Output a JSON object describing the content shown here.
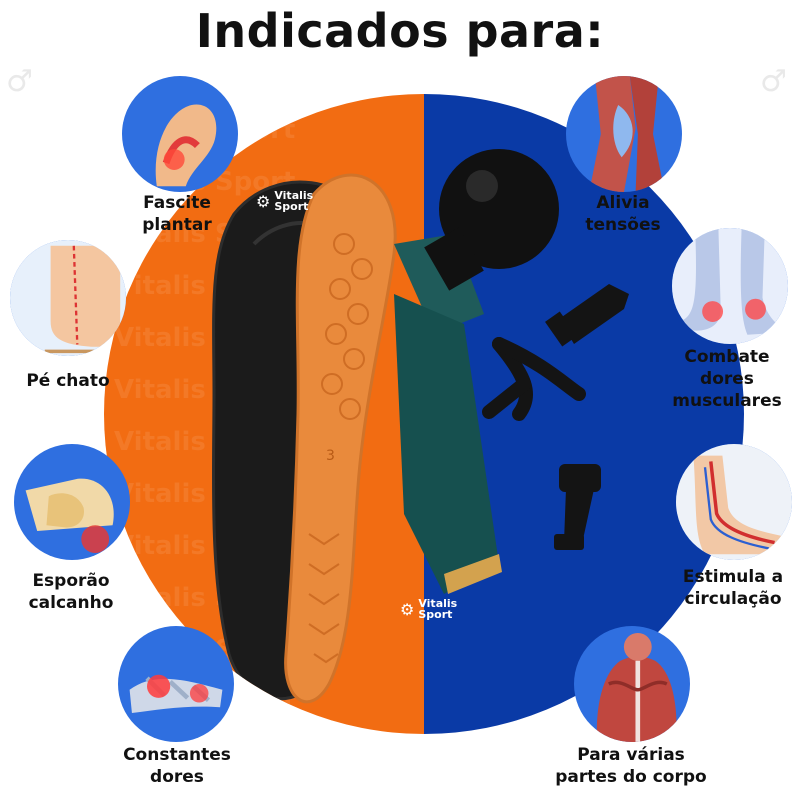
{
  "title": "Indicados para:",
  "colors": {
    "orange": "#f26c12",
    "blue": "#0a3aa6",
    "medallion": "#2f6fe0",
    "text": "#111111"
  },
  "brand": {
    "line1": "Vitalis",
    "line2": "Sport",
    "icon": "runner-logo-icon"
  },
  "watermark_text": "Vitalis Sport",
  "insole_size_label": "3",
  "left_items": [
    {
      "line1": "Fascite",
      "line2": "plantar",
      "icon": "plantar-fasciitis-icon"
    },
    {
      "line1": "Pé chato",
      "line2": "",
      "icon": "flat-foot-icon"
    },
    {
      "line1": "Esporão",
      "line2": "calcanho",
      "icon": "heel-spur-icon"
    },
    {
      "line1": "Constantes",
      "line2": "dores",
      "icon": "constant-pain-icon"
    }
  ],
  "right_items": [
    {
      "line1": "Alivia",
      "line2": "tensões",
      "icon": "knee-tension-icon"
    },
    {
      "line1": "Combate",
      "line2": "dores",
      "line3": "musculares",
      "icon": "muscle-pain-icon"
    },
    {
      "line1": "Estimula a",
      "line2": "circulação",
      "icon": "circulation-icon"
    },
    {
      "line1": "Para várias",
      "line2": "partes do corpo",
      "icon": "body-parts-icon"
    }
  ]
}
